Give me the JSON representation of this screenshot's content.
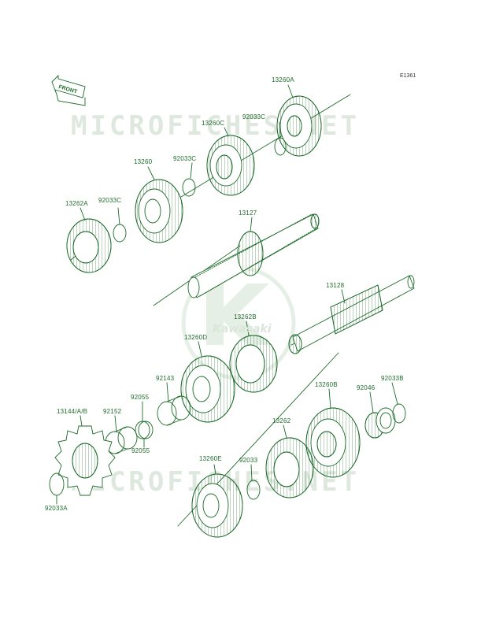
{
  "diagram_code": "E1361",
  "front_label": "FRONT",
  "watermark": {
    "text": "MICROFICHES.NET",
    "logo_text": "Kawasaki"
  },
  "labels": {
    "p13260A": "13260A",
    "p92033C_a": "92033C",
    "p13260C": "13260C",
    "p13260": "13260",
    "p92033C_b": "92033C",
    "p13262A": "13262A",
    "p92033C_c": "92033C",
    "p13127": "13127",
    "p13128": "13128",
    "p13262B": "13262B",
    "p13260D": "13260D",
    "p92143": "92143",
    "p92055_a": "92055",
    "p13144": "13144/A/B",
    "p92152": "92152",
    "p92055_b": "92055",
    "p92033A": "92033A",
    "p13260B": "13260B",
    "p92046": "92046",
    "p92033B": "92033B",
    "p13262": "13262",
    "p92033": "92033",
    "p13260E": "13260E"
  },
  "colors": {
    "line": "#1d6b2a",
    "watermark": "#dfe8df"
  }
}
